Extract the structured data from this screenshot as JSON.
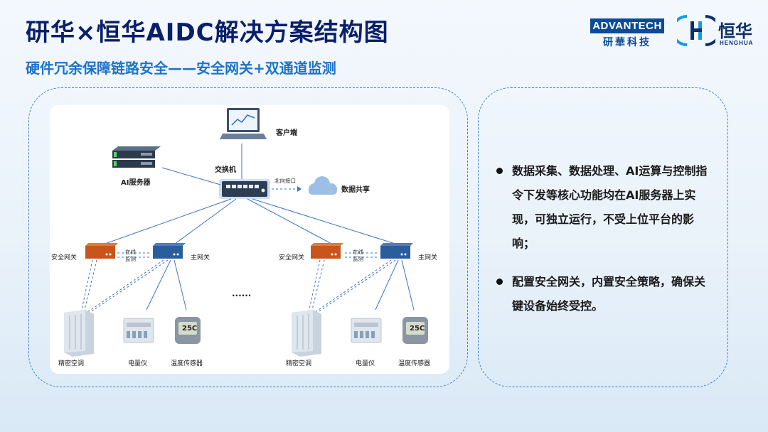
{
  "header": {
    "title": "研华×恒华AIDC解决方案结构图",
    "subtitle": "硬件冗余保障链路安全——安全网关+双通道监测"
  },
  "logos": {
    "advantech_text": "ADVANTECH",
    "advantech_cn": "研華科技",
    "henghua_cn": "恒华",
    "henghua_en": "HENGHUA"
  },
  "diagram": {
    "client": "客户端",
    "switch": "交换机",
    "ai_server": "AI服务器",
    "northbound": "北向接口",
    "data_share": "数据共享",
    "ellipsis": "......",
    "groups": [
      {
        "security_gateway": "安全网关",
        "main_gateway": "主网关",
        "online_monitor": "在线\n监测",
        "devices": [
          "精密空调",
          "电量仪",
          "温度传感器"
        ],
        "sensor_reading": "25C"
      },
      {
        "security_gateway": "安全网关",
        "main_gateway": "主网关",
        "online_monitor": "在线\n监测",
        "devices": [
          "精密空调",
          "电量仪",
          "温度传感器"
        ],
        "sensor_reading": "25C"
      }
    ]
  },
  "bullets": [
    "数据采集、数据处理、AI运算与控制指令下发等核心功能均在AI服务器上实现，可独立运行，不受上位平台的影响；",
    "配置安全网关，内置安全策略，确保关键设备始终受控。"
  ],
  "colors": {
    "title": "#0a1f6b",
    "subtitle": "#1f72c9",
    "security_gateway": "#c8561c",
    "main_gateway": "#2a5d9c",
    "frame": "#3f7fcf"
  }
}
